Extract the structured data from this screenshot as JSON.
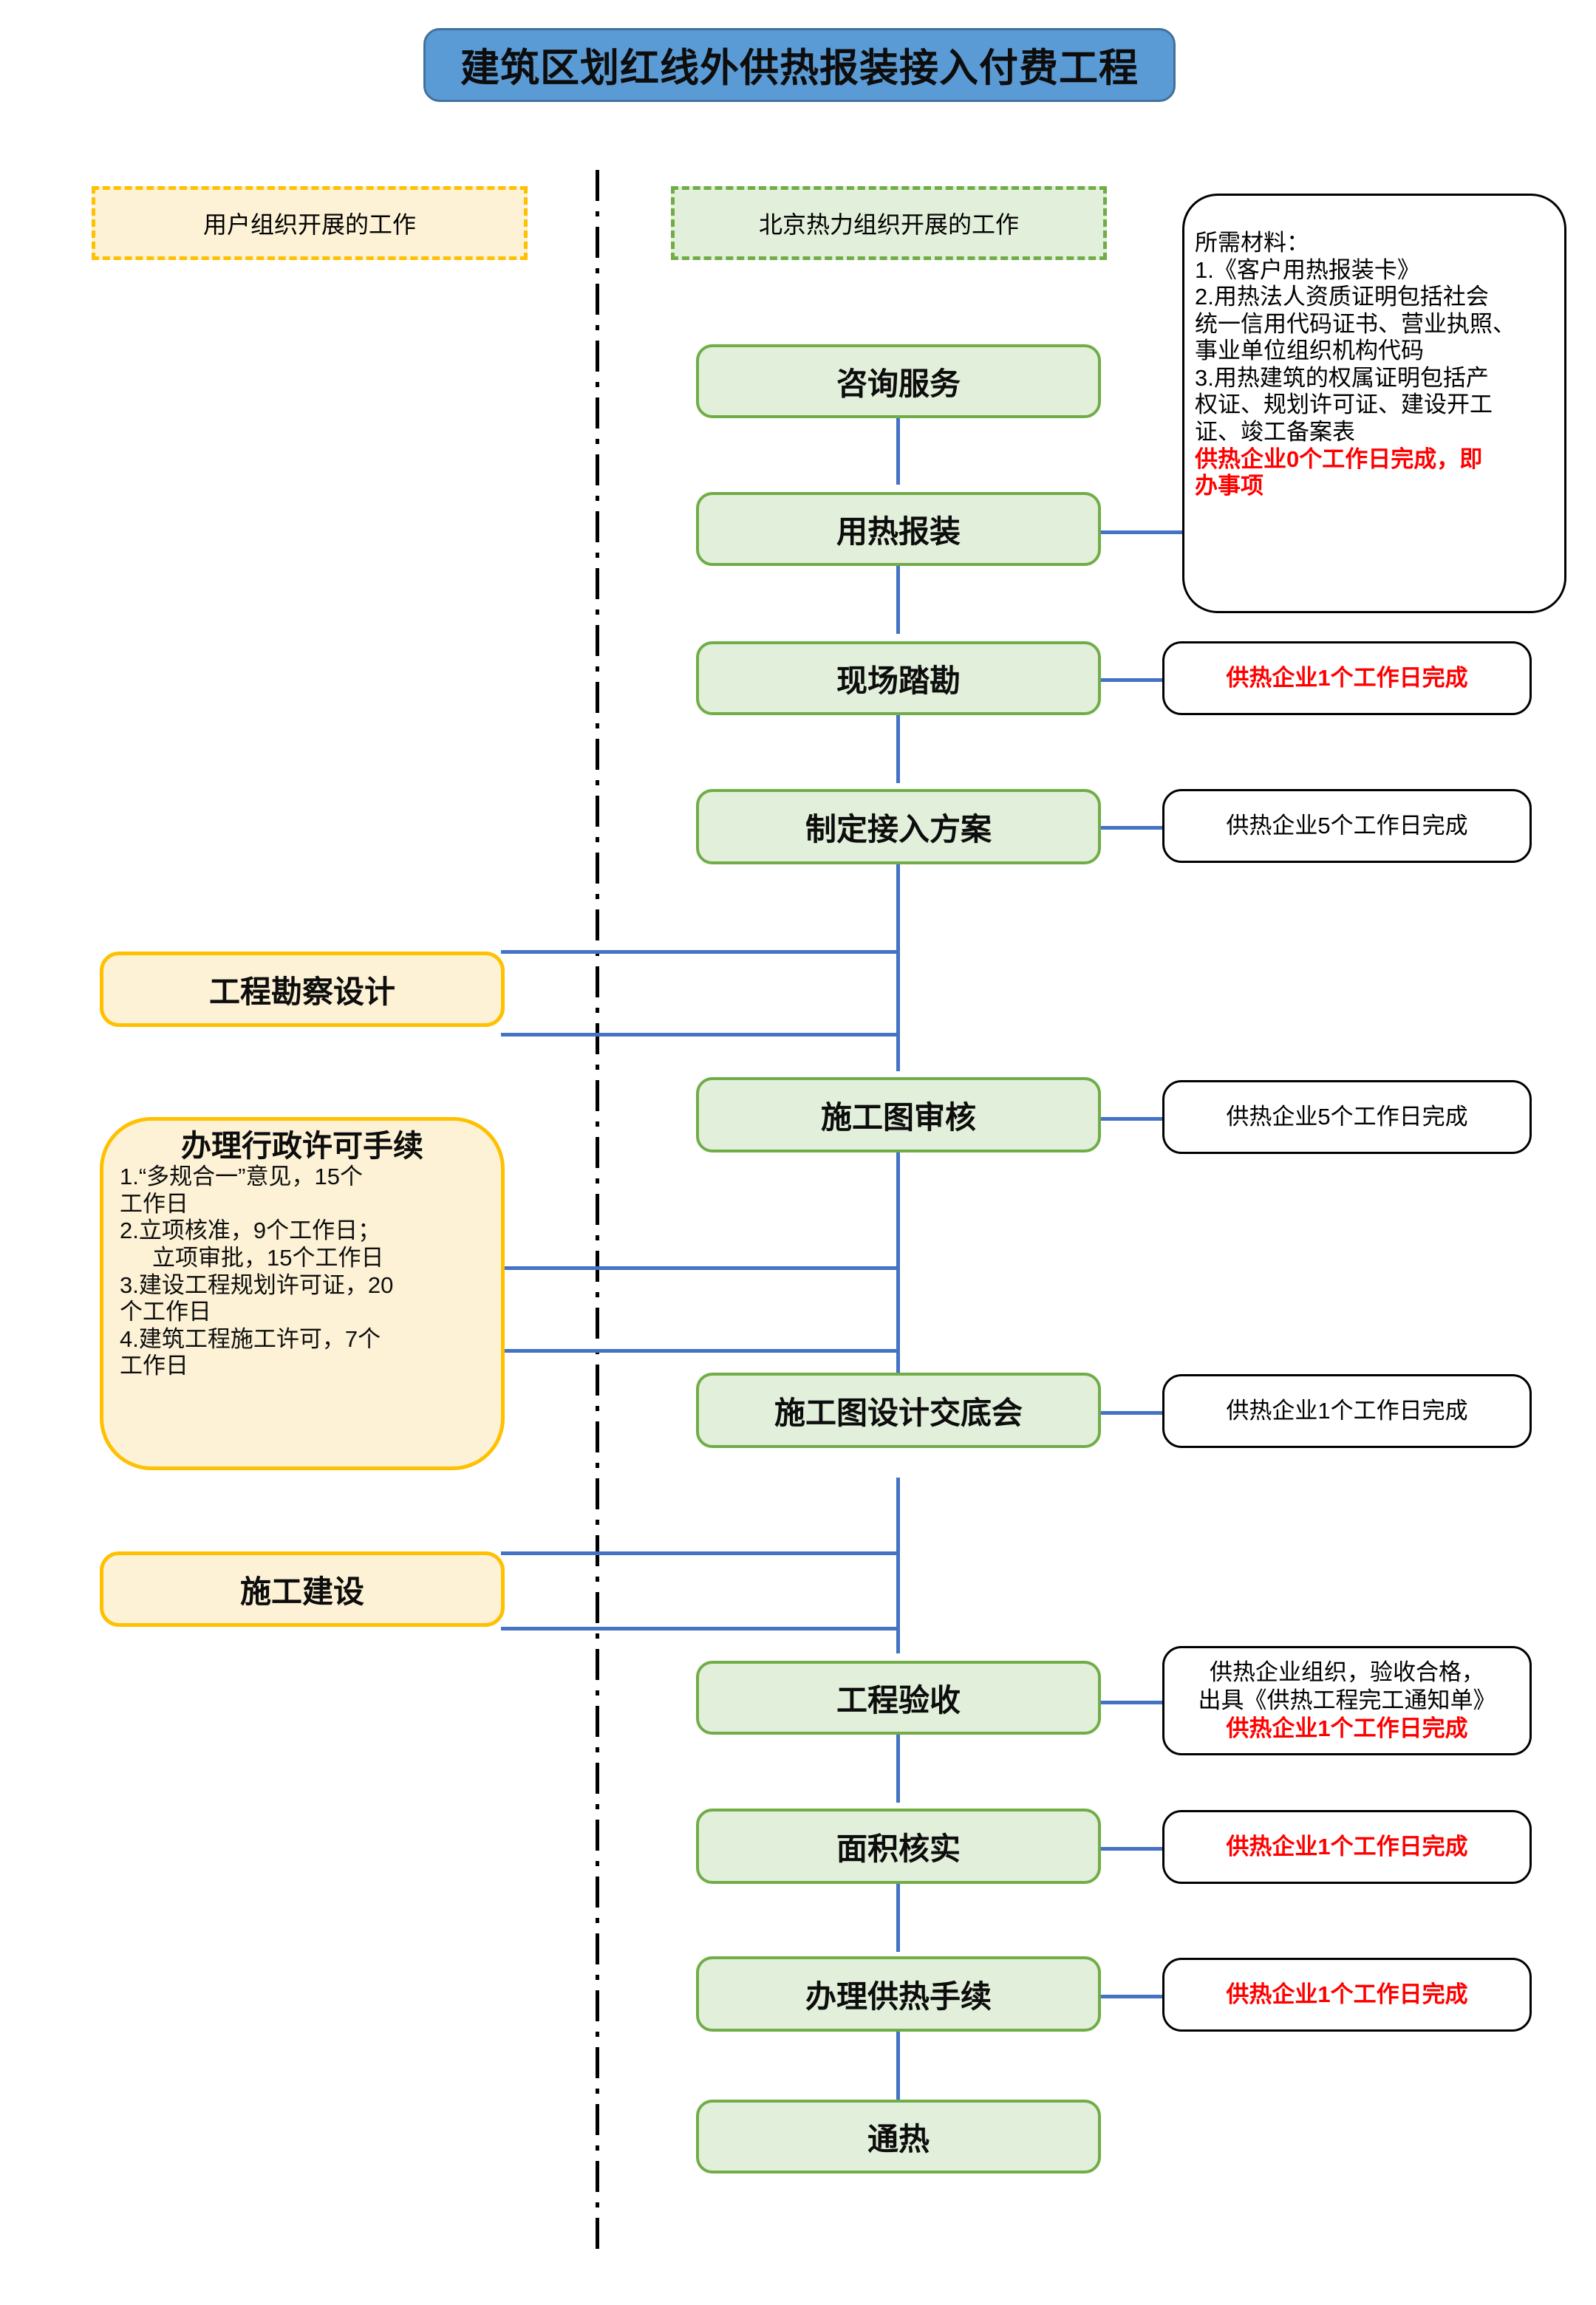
{
  "title": "建筑区划红线外供热报装接入付费工程",
  "legend": {
    "user": "用户组织开展的工作",
    "heat": "北京热力组织开展的工作"
  },
  "materials_note": {
    "lines": [
      "所需材料：",
      "1.《客户用热报装卡》",
      "2.用热法人资质证明包括社会",
      "统一信用代码证书、营业执照、",
      "事业单位组织机构代码",
      "3.用热建筑的权属证明包括产",
      "权证、规划许可证、建设开工",
      "证、竣工备案表"
    ],
    "red_lines": [
      "供热企业0个工作日完成，即",
      "办事项"
    ]
  },
  "heat_steps": [
    {
      "label": "咨询服务"
    },
    {
      "label": "用热报装"
    },
    {
      "label": "现场踏勘"
    },
    {
      "label": "制定接入方案"
    },
    {
      "label": "施工图审核"
    },
    {
      "label": "施工图设计交底会"
    },
    {
      "label": "工程验收"
    },
    {
      "label": "面积核实"
    },
    {
      "label": "办理供热手续"
    },
    {
      "label": "通热"
    }
  ],
  "user_steps": [
    {
      "label": "工程勘察设计"
    },
    {
      "label": "施工建设"
    }
  ],
  "permit_box": {
    "title": "办理行政许可手续",
    "items": [
      "1.“多规合一”意见，15个",
      "工作日",
      "2.立项核准，9个工作日；",
      "立项审批，15个工作日",
      "3.建设工程规划许可证，20",
      "个工作日",
      "4.建筑工程施工许可，7个",
      "工作日"
    ]
  },
  "notes": {
    "site_survey": {
      "text": "供热企业1个工作日完成",
      "color": "#ff0000"
    },
    "access_plan": {
      "text": "供热企业5个工作日完成",
      "color": "#000000"
    },
    "drawing_review": {
      "text": "供热企业5个工作日完成",
      "color": "#000000"
    },
    "design_briefing": {
      "text": "供热企业1个工作日完成",
      "color": "#000000"
    },
    "acceptance": {
      "line1": "供热企业组织，验收合格，",
      "line2": "出具《供热工程完工通知单》",
      "line3": "供热企业1个工作日完成",
      "color": "#ff0000"
    },
    "area_check": {
      "text": "供热企业1个工作日完成",
      "color": "#ff0000"
    },
    "heat_formalities": {
      "text": "供热企业1个工作日完成",
      "color": "#ff0000"
    }
  },
  "colors": {
    "title_fill": "#5b9bd5",
    "title_border": "#41719c",
    "green_fill": "#e2efda",
    "green_border": "#70ad47",
    "orange_fill": "#fdf2d6",
    "orange_border": "#ffc000",
    "connector": "#4472c4",
    "red": "#ff0000"
  }
}
